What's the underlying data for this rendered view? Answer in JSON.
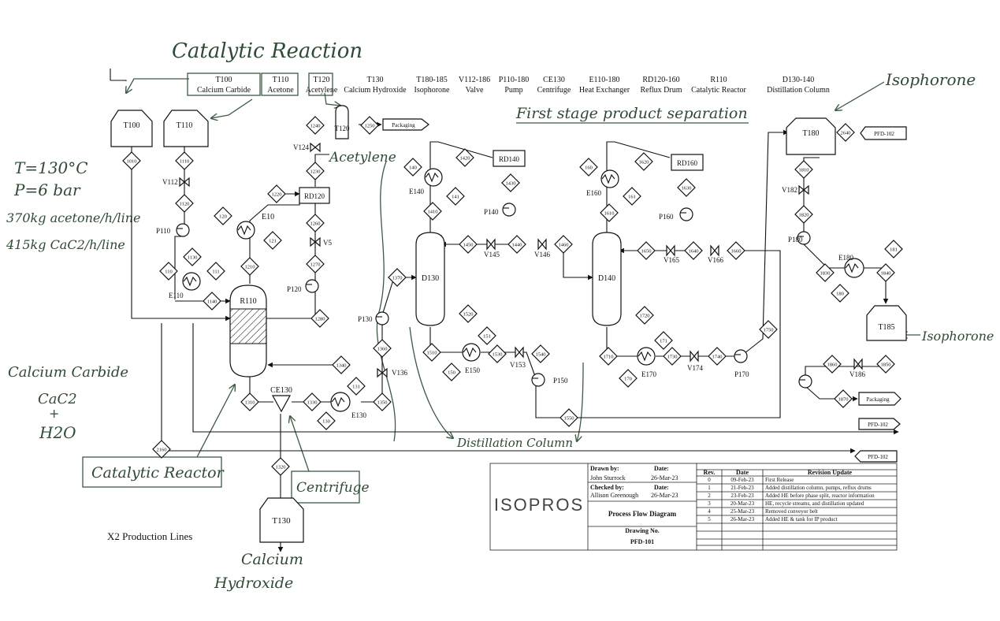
{
  "legend": [
    {
      "tag": "T100",
      "desc": "Calcium Carbide"
    },
    {
      "tag": "T110",
      "desc": "Acetone"
    },
    {
      "tag": "T120",
      "desc": "Acetylene"
    },
    {
      "tag": "T130",
      "desc": "Calcium Hydroxide"
    },
    {
      "tag": "T180-185",
      "desc": "Isophorone"
    },
    {
      "tag": "V112-186",
      "desc": "Valve"
    },
    {
      "tag": "P110-180",
      "desc": "Pump"
    },
    {
      "tag": "CE130",
      "desc": "Centrifuge"
    },
    {
      "tag": "E110-180",
      "desc": "Heat Exchanger"
    },
    {
      "tag": "RD120-160",
      "desc": "Reflux Drum"
    },
    {
      "tag": "R110",
      "desc": "Catalytic Reactor"
    },
    {
      "tag": "D130-140",
      "desc": "Distillation Column"
    }
  ],
  "handwritten": {
    "title": "Catalytic Reaction",
    "first_stage": "First stage product separation",
    "isophorone_top": "Isophorone",
    "isophorone_right": "Isophorone",
    "acetylene": "Acetylene",
    "conditions": [
      "T=130°C",
      "P=6 bar",
      "370kg acetone/h/line",
      "415kg CaC2/h/line"
    ],
    "feed": [
      "Calcium Carbide",
      "CaC2",
      "+",
      "H2O"
    ],
    "catalytic_reactor": "Catalytic Reactor",
    "centrifuge": "Centrifuge",
    "distillation_column": "Distillation Column",
    "calcium": "Calcium",
    "hydroxide": "Hydroxide"
  },
  "tanks": {
    "t100": "T100",
    "t110": "T110",
    "t120": "T120",
    "t130": "T130",
    "t180": "T180",
    "t185": "T185"
  },
  "equipment": {
    "r110": "R110",
    "rd120": "RD120",
    "rd140": "RD140",
    "rd160": "RD160",
    "d130": "D130",
    "d140": "D140",
    "ce130": "CE130",
    "e10": "E10",
    "e110": "E110",
    "e130": "E130",
    "e140": "E140",
    "e150": "E150",
    "e160": "E160",
    "e170": "E170",
    "e180": "E180",
    "p110": "P110",
    "p120": "P120",
    "p130": "P130",
    "p140": "P140",
    "p150": "P150",
    "p160": "P160",
    "p170": "P170",
    "p180": "P180",
    "v112": "V112",
    "v124": "V124",
    "v5": "V5",
    "v136": "V136",
    "v145": "V145",
    "v146": "V146",
    "v153": "V153",
    "v165": "V165",
    "v166": "V166",
    "v174": "V174",
    "v182": "V182",
    "v186": "V186"
  },
  "streams": {
    "s1010": "1010",
    "s1110": "1110",
    "s1120": "1120",
    "s120": "120",
    "s1130": "1130",
    "s110": "110",
    "s111": "111",
    "s1140": "1140",
    "s1210": "1210",
    "s1220": "1220",
    "s121": "121",
    "s1240": "1240",
    "s1250": "1250",
    "s1230": "1230",
    "s1260": "1260",
    "s1270": "1270",
    "s1280": "1280",
    "s1310": "1310",
    "s1320": "1320",
    "s1330": "1330",
    "s130": "130",
    "s131": "131",
    "s1340": "1340",
    "s1350": "1350",
    "s1360": "1360",
    "s1370": "1370",
    "s140": "140",
    "s1410": "1410",
    "s1420": "1420",
    "s141": "141",
    "s1430": "1430",
    "s1440": "1440",
    "s1450": "1450",
    "s1460": "1460",
    "s1510": "1510",
    "s1520": "1520",
    "s150": "150",
    "s151": "151",
    "s1530": "1530",
    "s1540": "1540",
    "s1550": "1550",
    "s160": "160",
    "s1610": "1610",
    "s1620": "1620",
    "s161": "161",
    "s1630": "1630",
    "s1640": "1640",
    "s1650": "1650",
    "s1660": "1660",
    "s1710": "1710",
    "s1720": "1720",
    "s170": "170",
    "s171": "171",
    "s1730": "1730",
    "s1740": "1740",
    "s1750": "1750",
    "s2640": "2640",
    "s1810": "1810",
    "s1820": "1820",
    "s1830": "1830",
    "s181": "181",
    "s180": "180",
    "s1840": "1840",
    "s1850": "1850",
    "s1860": "1860",
    "s1870": "1870",
    "s2160": "2160"
  },
  "offpage": {
    "packaging1": "Packaging",
    "pfd102_top": "PFD-102",
    "packaging2": "Packaging",
    "pfd102_mid": "PFD-102",
    "pfd102_bot": "PFD-102"
  },
  "production_lines": "X2 Production Lines",
  "title_block": {
    "logo": "ISOPROS",
    "drawn_by_label": "Drawn by:",
    "drawn_by": "John Sturrock",
    "date_label": "Date:",
    "drawn_date": "26-Mar-23",
    "checked_by_label": "Checked by:",
    "checked_by": "Allison Greenough",
    "checked_date_label": "Date:",
    "checked_date": "26-Mar-23",
    "title": "Process Flow Diagram",
    "drawing_no_label": "Drawing No.",
    "drawing_no": "PFD-101",
    "rev_header": "Rev.",
    "date_header": "Date",
    "update_header": "Revision Update",
    "revisions": [
      {
        "rev": "0",
        "date": "09-Feb-23",
        "update": "First Release"
      },
      {
        "rev": "1",
        "date": "21-Feb-23",
        "update": "Added distillation column, pumps, reflux drums"
      },
      {
        "rev": "2",
        "date": "23-Feb-23",
        "update": "Added HE before phase split, reactor information"
      },
      {
        "rev": "3",
        "date": "20-Mar-23",
        "update": "HE, recycle streams, and distillation updated"
      },
      {
        "rev": "4",
        "date": "25-Mar-23",
        "update": "Removed conveyor belt"
      },
      {
        "rev": "5",
        "date": "26-Mar-23",
        "update": "Added HE & tank for IP product"
      }
    ]
  }
}
